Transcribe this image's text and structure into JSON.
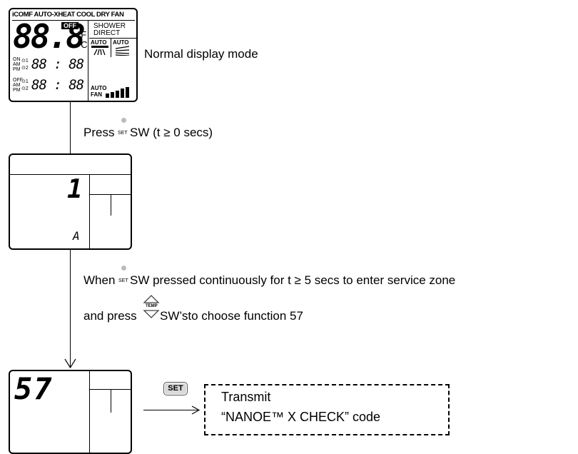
{
  "display1": {
    "mode_bar": "iCOMF AUTO-XHEAT COOL DRY FAN",
    "off_badge": "OFF",
    "main_digits": "88.8",
    "unit_f": "°F",
    "unit_c": "°C",
    "shower_label": "SHOWER",
    "direct_label": "DIRECT",
    "auto_left": "AUTO",
    "auto_right": "AUTO",
    "on_label": "ON",
    "off_label": "OFF",
    "am_label": "AM",
    "pm_label": "PM",
    "timer1_circle": "⊙1",
    "timer2_circle": "⊙2",
    "timer_on_digits": "88 : 88",
    "timer_off_digits": "88 : 88",
    "auto_fan_top": "AUTO",
    "auto_fan_bottom": "FAN"
  },
  "label_normal_display": "Normal display mode",
  "step1": {
    "press_text": "Press",
    "set_small": "SET",
    "rest_text": "SW (t ≥ 0 secs)"
  },
  "display2": {
    "digit": "1",
    "sub_char": "A"
  },
  "step2": {
    "line1_when": "When",
    "line1_set_small": "SET",
    "line1_rest": "SW pressed continuously for t ≥  5 secs to enter service zone",
    "line2_prefix": "and press",
    "temp_label": "TEMP",
    "line2_rest": "SW’sto choose function 57"
  },
  "display3": {
    "digits": "57"
  },
  "set_button_label": "SET",
  "transmit_box": {
    "line1": "Transmit",
    "line2": "“NANOE™ X CHECK” code"
  }
}
